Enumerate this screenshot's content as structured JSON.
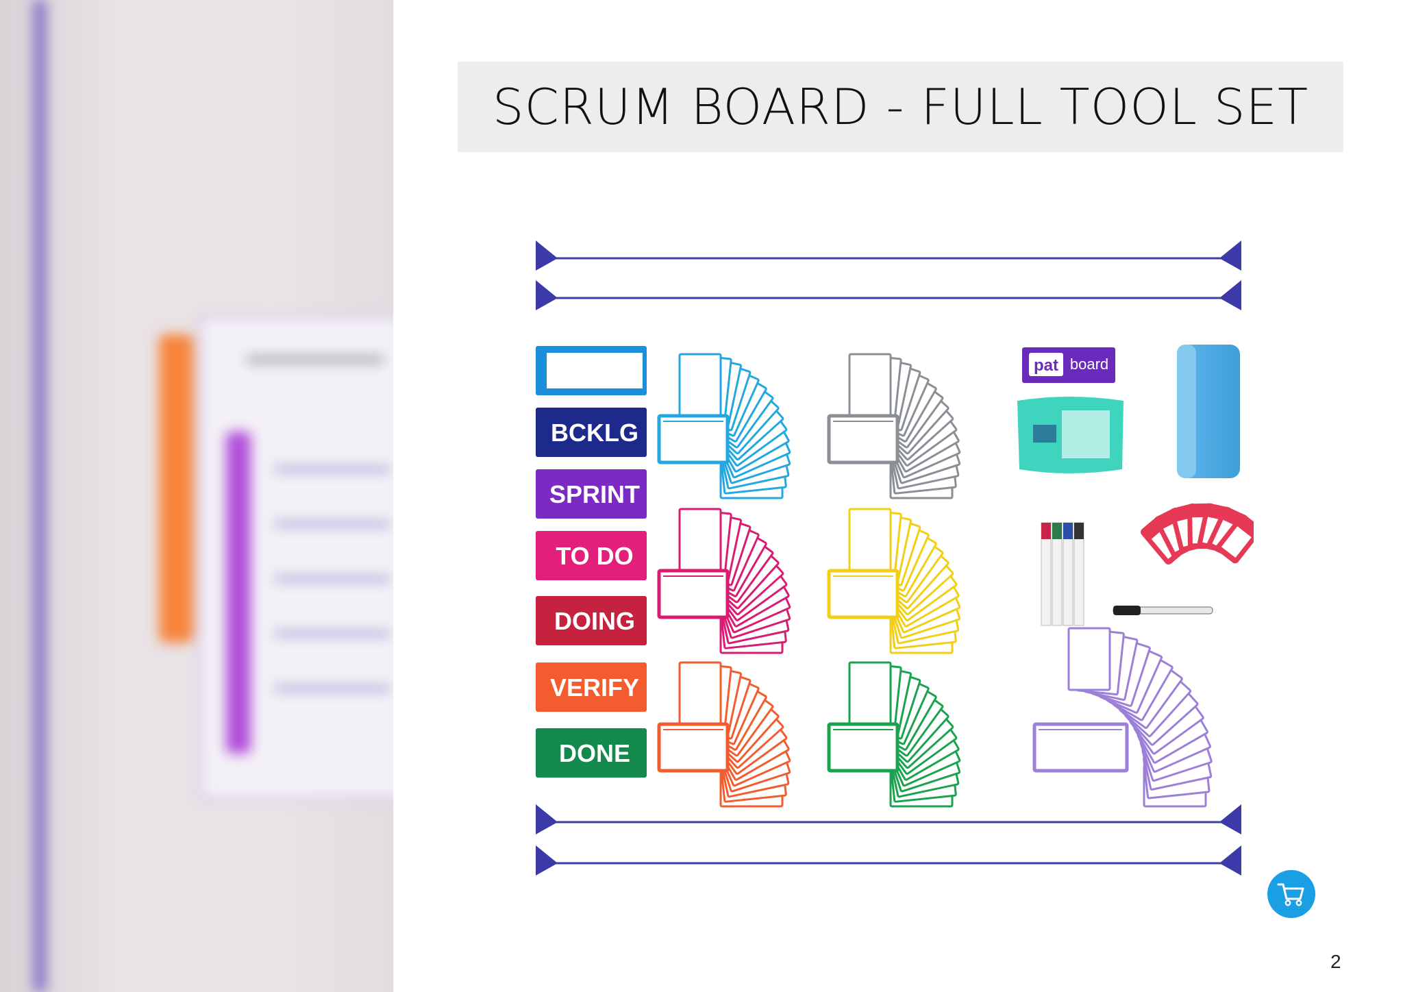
{
  "header": {
    "title": "SCRUM BOARD - FULL TOOL SET"
  },
  "labels": [
    {
      "text": "",
      "color": "#1a8fdb"
    },
    {
      "text": "BCKLG",
      "color": "#1d2a8c"
    },
    {
      "text": "SPRINT",
      "color": "#7b2bc4"
    },
    {
      "text": "TO DO",
      "color": "#e41f7b"
    },
    {
      "text": "DOING",
      "color": "#c4223e"
    },
    {
      "text": "VERIFY",
      "color": "#f25c2e"
    },
    {
      "text": "DONE",
      "color": "#138a4b"
    }
  ],
  "card_fans": [
    {
      "color": "#22a7e0"
    },
    {
      "color": "#8a8f96"
    },
    {
      "color": "#d91b72"
    },
    {
      "color": "#f2cf16"
    },
    {
      "color": "#f25c2e"
    },
    {
      "color": "#1aa24e"
    },
    {
      "color": "#9b7fd8"
    }
  ],
  "brand": {
    "left": "pat",
    "right": "board"
  },
  "accent": "#1a9ee4",
  "icons": {
    "cart": "shopping-cart-icon"
  },
  "page_number": "2"
}
